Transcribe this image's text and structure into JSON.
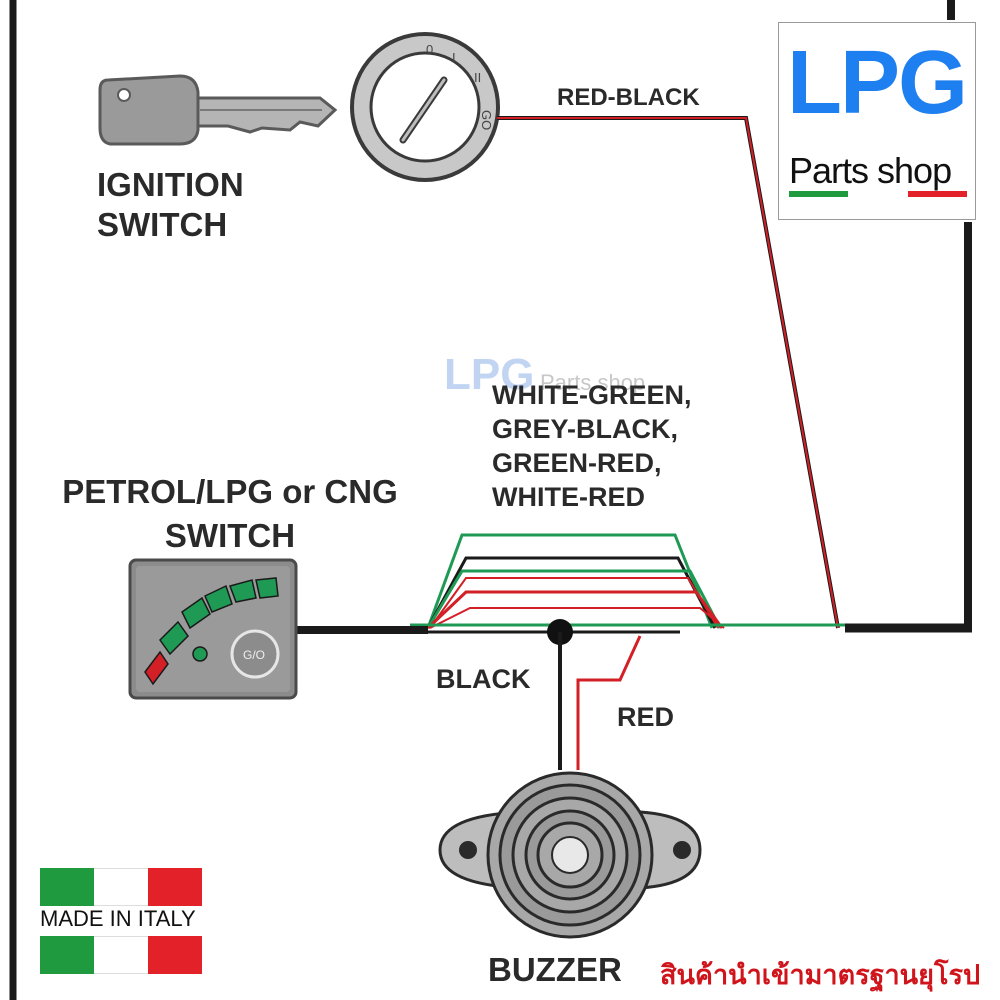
{
  "labels": {
    "ignition_line1": "IGNITION",
    "ignition_line2": "SWITCH",
    "switch_line1": "PETROL/LPG or CNG",
    "switch_line2": "SWITCH",
    "red_black": "RED-BLACK",
    "wires": [
      "WHITE-GREEN,",
      "GREY-BLACK,",
      "GREEN-RED,",
      "WHITE-RED"
    ],
    "black": "BLACK",
    "red": "RED",
    "buzzer": "BUZZER",
    "thai_note": "สินค้านำเข้ามาตรฐานยุโรป",
    "made_in": "MADE IN ITALY",
    "ignition_marks": [
      "0",
      "I",
      "II",
      "GO"
    ],
    "switch_button": "G/O"
  },
  "logo": {
    "main": "LPG",
    "sub": "Parts shop",
    "watermark_main": "LPG",
    "watermark_sub": "Parts shop"
  },
  "colors": {
    "logo_blue": "#1e7ff0",
    "flag_green": "#1f9a3e",
    "flag_white": "#ffffff",
    "flag_red": "#e32128",
    "wire_red": "#d31f26",
    "wire_green": "#1f9a55",
    "thai_red": "#d0141b"
  }
}
